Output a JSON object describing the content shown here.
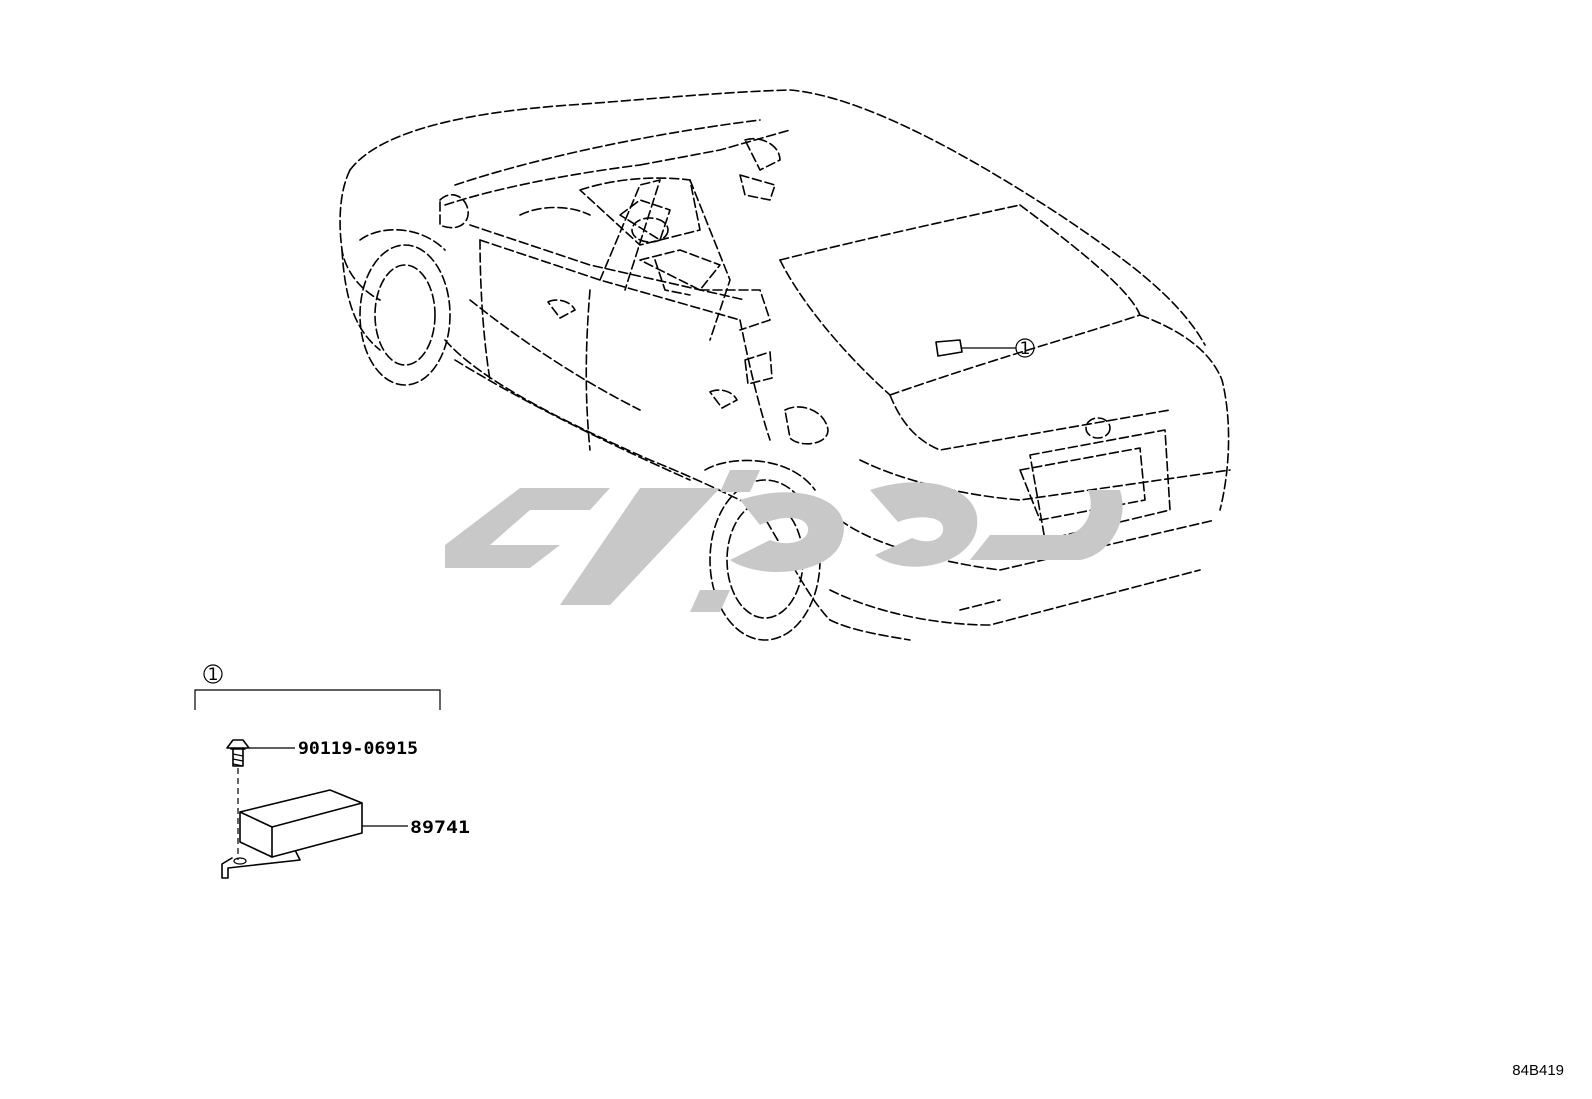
{
  "callouts": {
    "car_callout": "1",
    "group_callout": "1"
  },
  "parts": {
    "bolt_part_number": "90119-06915",
    "module_part_number": "89741"
  },
  "diagram_ref": "84B419",
  "colors": {
    "line": "#000000",
    "watermark": "#c8c8c8",
    "background": "#ffffff"
  }
}
